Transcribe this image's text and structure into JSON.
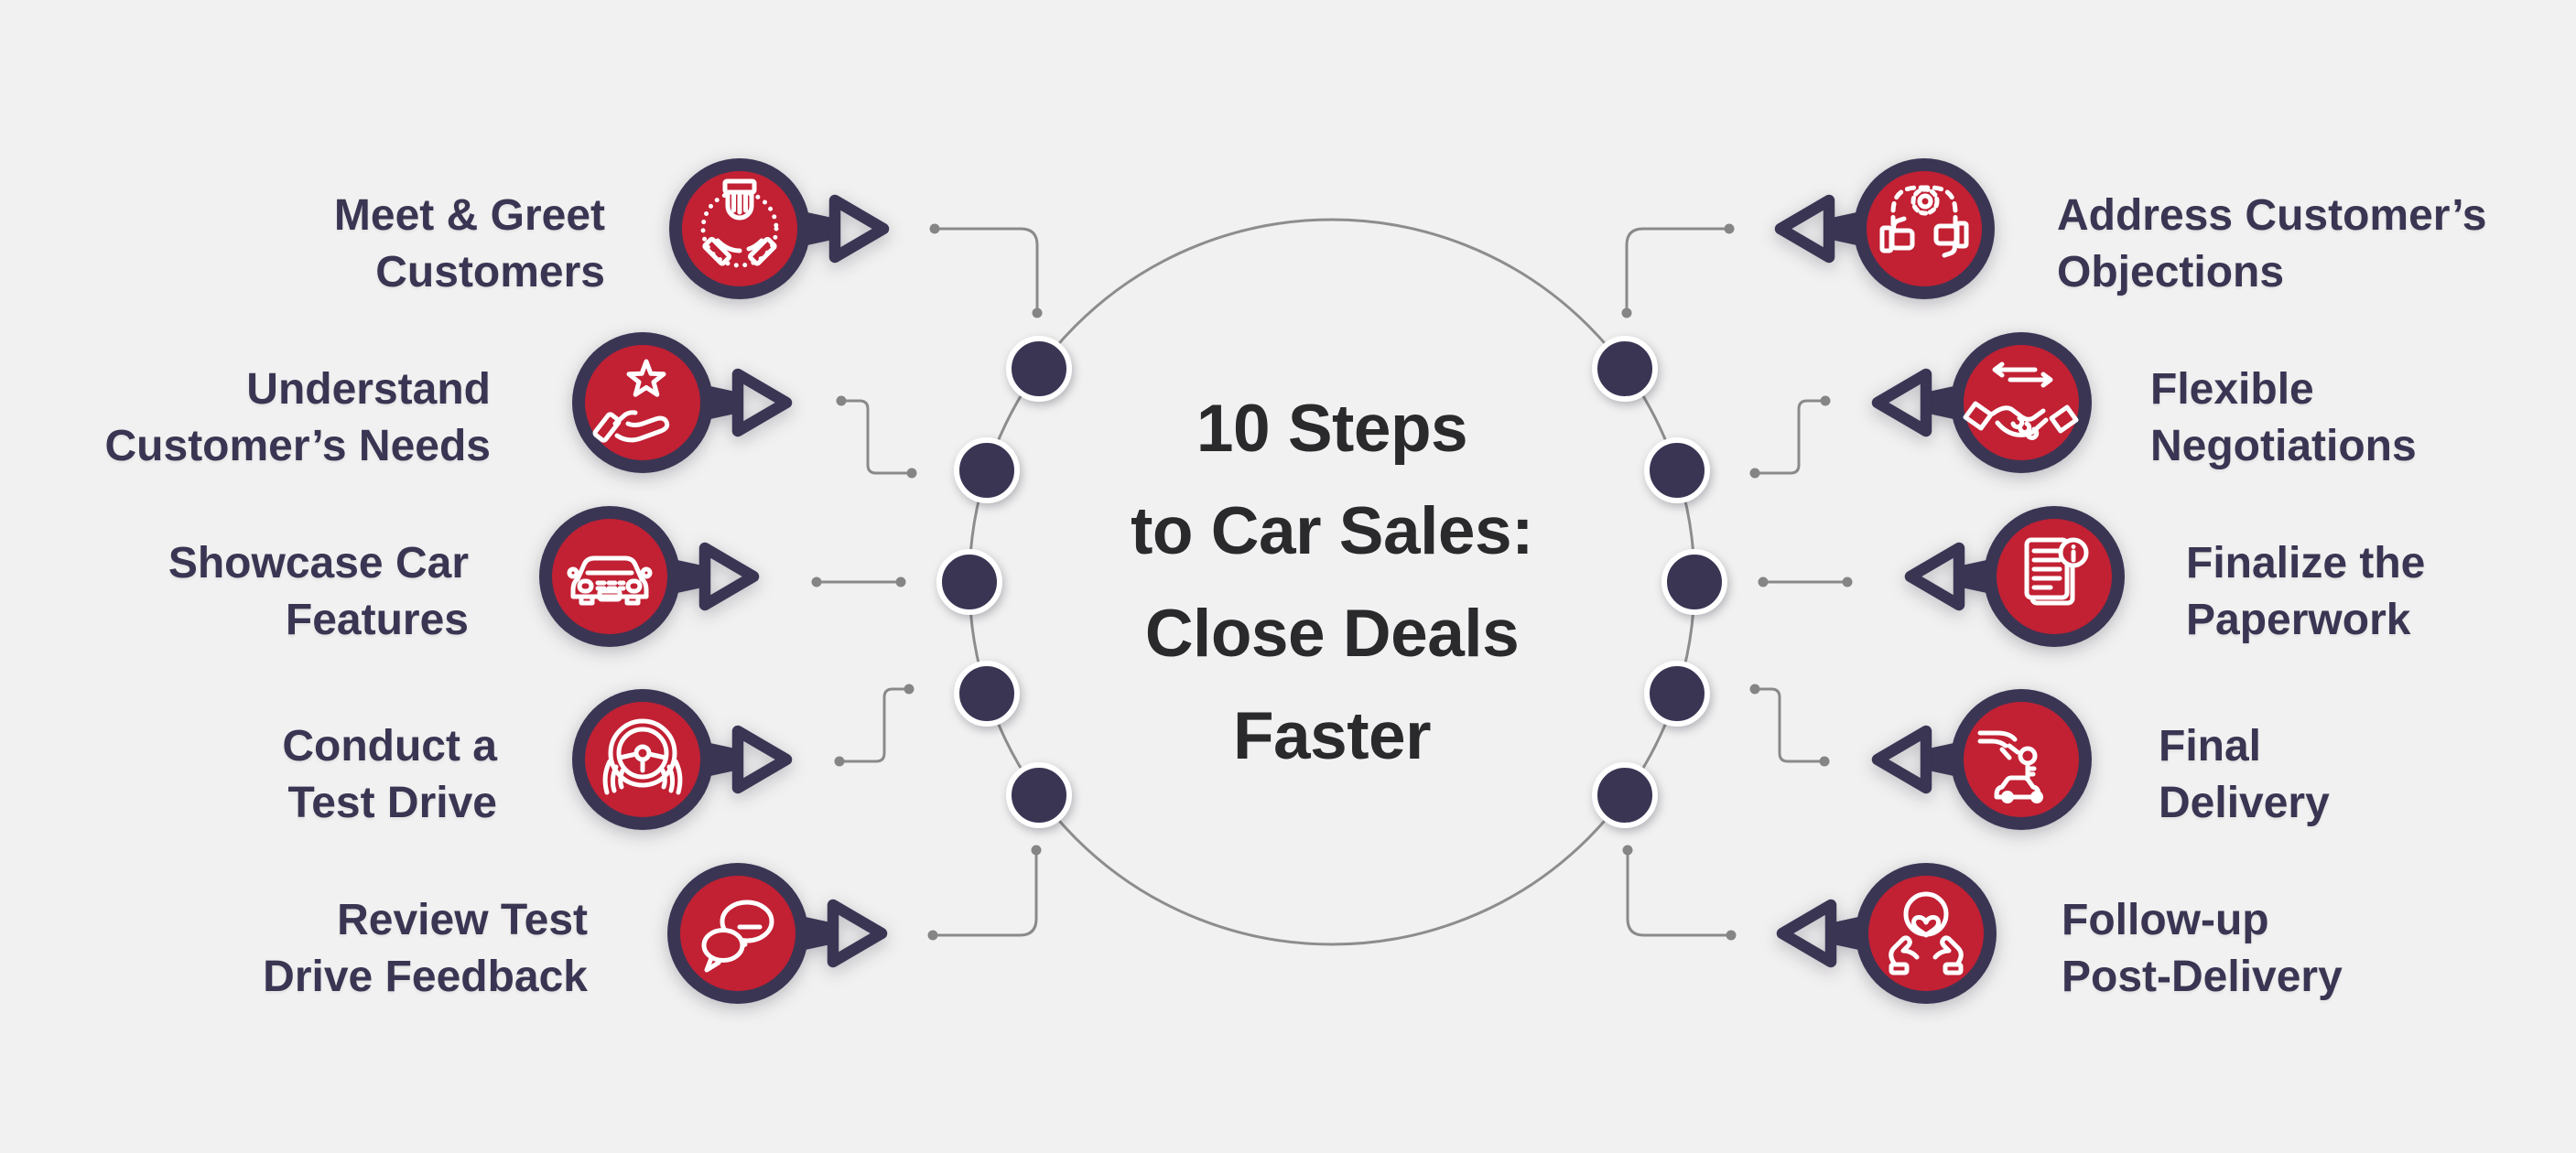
{
  "title": {
    "lines": [
      "10 Steps",
      "to Car Sales:",
      "Close Deals",
      "Faster"
    ]
  },
  "steps_left": [
    {
      "label_lines": [
        "Meet & Greet",
        "Customers"
      ],
      "icon": "hands-unity-icon"
    },
    {
      "label_lines": [
        "Understand",
        "Customer’s Needs"
      ],
      "icon": "hand-star-icon"
    },
    {
      "label_lines": [
        "Showcase Car",
        "Features"
      ],
      "icon": "car-front-icon"
    },
    {
      "label_lines": [
        "Conduct a",
        "Test Drive"
      ],
      "icon": "steering-wheel-icon"
    },
    {
      "label_lines": [
        "Review Test",
        "Drive Feedback"
      ],
      "icon": "chat-bubbles-icon"
    }
  ],
  "steps_right": [
    {
      "label_lines": [
        "Address Customer’s",
        "Objections"
      ],
      "icon": "thumbs-gear-icon"
    },
    {
      "label_lines": [
        "Flexible",
        "Negotiations"
      ],
      "icon": "handshake-arrows-icon"
    },
    {
      "label_lines": [
        "Finalize the",
        "Paperwork"
      ],
      "icon": "document-info-icon"
    },
    {
      "label_lines": [
        "Final",
        "Delivery"
      ],
      "icon": "key-handover-icon"
    },
    {
      "label_lines": [
        "Follow-up",
        "Post-Delivery"
      ],
      "icon": "hands-heart-icon"
    }
  ],
  "colors": {
    "background": "#f2f1f1",
    "accent_red": "#c22033",
    "accent_navy": "#3b3554",
    "connector_gray": "#8a8a8a",
    "title_text": "#2a292c",
    "label_text": "#3a3552"
  }
}
